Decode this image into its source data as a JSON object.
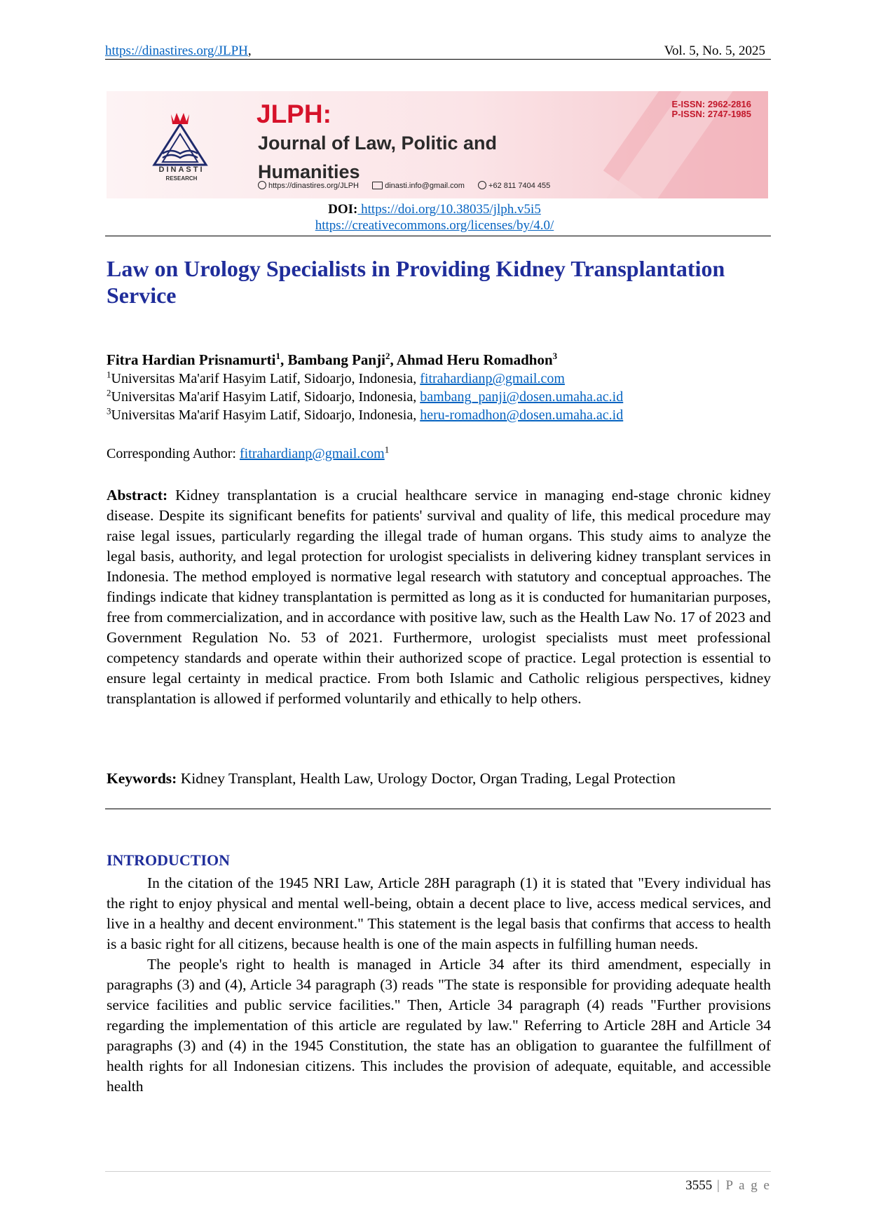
{
  "header": {
    "url": "https://dinastires.org/JLPH",
    "url_suffix": ",",
    "volume": "Vol. 5, No. 5,  2025"
  },
  "banner": {
    "publisher": "DINASTI",
    "publisher_sub": "RESEARCH",
    "journal_abbr": "JLPH:",
    "journal_name": "Journal of Law, Politic and Humanities",
    "eissn": "E-ISSN: 2962-2816",
    "pissn": "P-ISSN: 2747-1985",
    "website": "https://dinastires.org/JLPH",
    "email": "dinasti.info@gmail.com",
    "phone": "+62 811 7404 455",
    "colors": {
      "accent": "#d6122a",
      "background": "#fbe4e7"
    }
  },
  "doi": {
    "label": "DOI:",
    "link": " https://doi.org/10.38035/jlph.v5i5",
    "license": "https://creativecommons.org/licenses/by/4.0/"
  },
  "title": "Law on Urology Specialists in Providing Kidney Transplantation Service",
  "authors": {
    "a1": "Fitra Hardian Prisnamurti",
    "a2": "Bambang Panji",
    "a3": "Ahmad Heru Romadhon",
    "sep": ", ",
    "sup1": "1",
    "sup2": "2",
    "sup3": "3",
    "affiliation": "Universitas Ma'arif Hasyim Latif, Sidoarjo, Indonesia, ",
    "email1": "fitrahardianp@gmail.com",
    "email2": "bambang_panji@dosen.umaha.ac.id",
    "email3": "heru-romadhon@dosen.umaha.ac.id"
  },
  "corresponding": {
    "label": "Corresponding Author: ",
    "email": "fitrahardianp@gmail.com",
    "sup": "1"
  },
  "abstract": {
    "label": "Abstract:",
    "text": " Kidney transplantation is a crucial healthcare service in managing end-stage chronic kidney disease. Despite its significant benefits for patients' survival and quality of life, this medical procedure may raise legal issues, particularly regarding the illegal trade of human organs. This study aims to analyze the legal basis, authority, and legal protection for urologist specialists in delivering kidney transplant services in Indonesia. The method employed is normative legal research with statutory and conceptual approaches. The findings indicate that kidney transplantation is permitted as long as it is conducted for humanitarian purposes, free from commercialization, and in accordance with positive law, such as the Health Law No. 17 of 2023 and Government Regulation No. 53 of 2021. Furthermore, urologist specialists must meet professional competency standards and operate within their authorized scope of practice. Legal protection is essential to ensure legal certainty in medical practice. From both Islamic and Catholic religious perspectives, kidney transplantation is allowed if performed voluntarily and ethically to help others."
  },
  "keywords": {
    "label": "Keywords:",
    "text": " Kidney Transplant, Health Law, Urology Doctor, Organ Trading, Legal Protection"
  },
  "introduction": {
    "heading": "INTRODUCTION",
    "p1": "In the citation of the 1945 NRI Law, Article 28H paragraph (1) it is stated that \"Every individual has the right to enjoy physical and mental well-being, obtain a decent place to live, access medical services, and live in a healthy and decent environment.\" This statement is the legal basis that confirms that access to health is a basic right for all citizens, because health is one of the main aspects in fulfilling human needs.",
    "p2": "The people's right to health is managed in Article 34 after its third amendment, especially in paragraphs (3) and (4), Article 34 paragraph (3) reads \"The state is responsible for providing adequate health service facilities and public service facilities.\" Then, Article 34 paragraph (4) reads \"Further provisions regarding the implementation of this article are regulated by law.\" Referring to Article 28H and Article 34 paragraphs (3) and (4) in the 1945 Constitution, the state has an obligation to guarantee the fulfillment of health rights for all Indonesian citizens. This includes the provision of adequate, equitable, and accessible health"
  },
  "footer": {
    "page_number": "3555",
    "separator": " | ",
    "page_label": "P a g e"
  }
}
